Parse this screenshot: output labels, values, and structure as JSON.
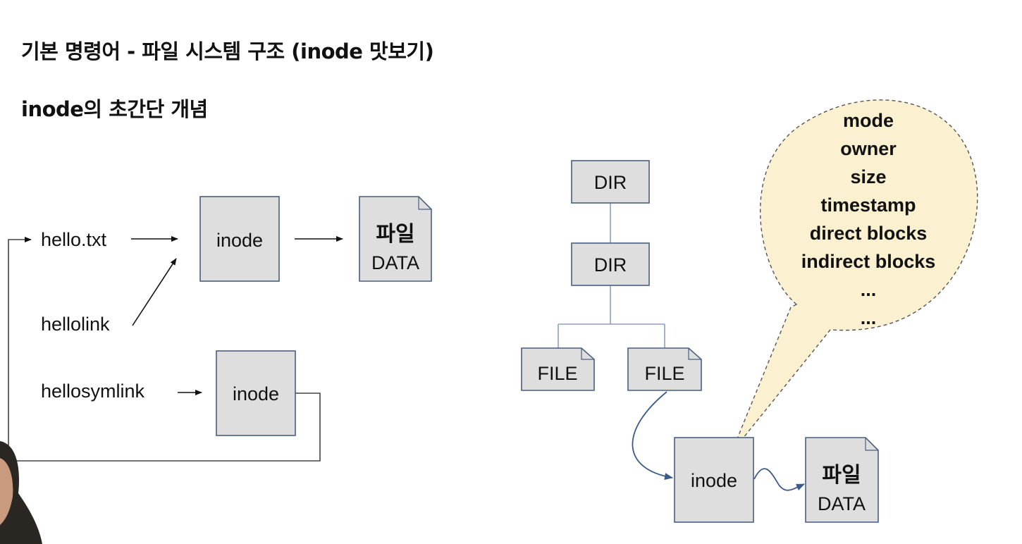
{
  "heading": {
    "title": "기본 명령어 - 파일 시스템 구조 (inode 맛보기)",
    "subtitle": "inode의 초간단 개념"
  },
  "left_diagram": {
    "names": [
      "hello.txt",
      "hellolink",
      "hellosymlink"
    ],
    "inode_label": "inode",
    "data_title": "파일",
    "data_label": "DATA"
  },
  "right_diagram": {
    "dirs": [
      "DIR",
      "DIR"
    ],
    "files": [
      "FILE",
      "FILE"
    ],
    "inode_label": "inode",
    "data_title": "파일",
    "data_label": "DATA",
    "inode_fields": [
      "mode",
      "owner",
      "size",
      "timestamp",
      "direct blocks",
      "indirect blocks",
      "...",
      "..."
    ]
  },
  "colors": {
    "box_fill": "#dedede",
    "box_stroke": "#4a5f80",
    "bubble_fill": "#fbf1d1",
    "connector": "#8ea0bf"
  }
}
